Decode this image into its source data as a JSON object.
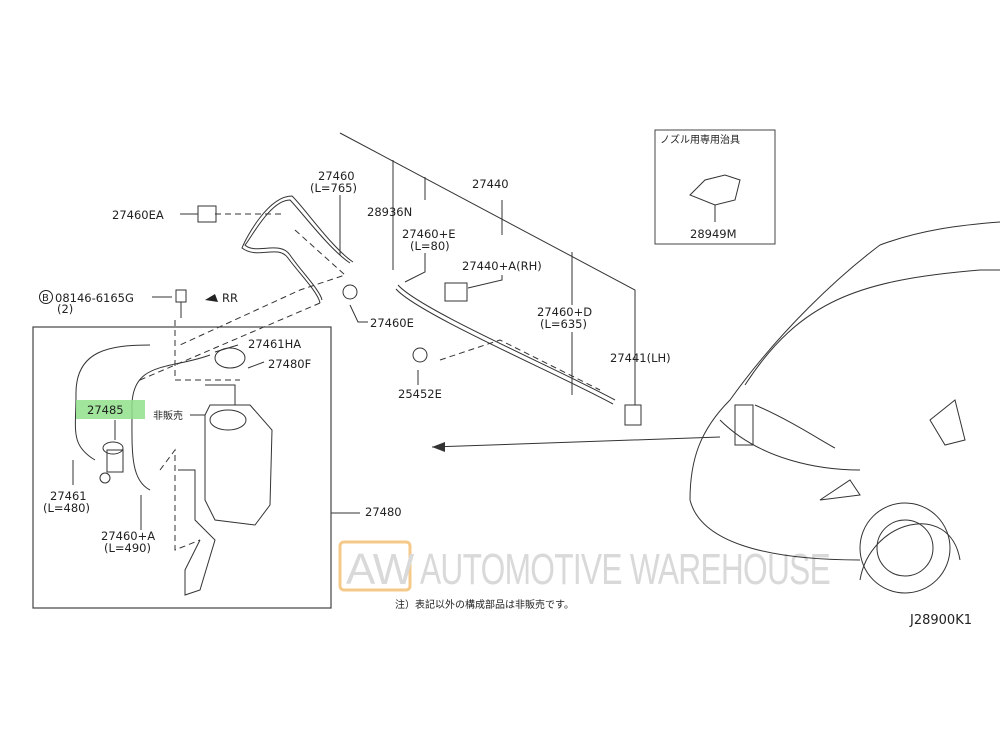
{
  "diagram": {
    "id_code": "J28900K1",
    "note": "注）表記以外の構成部品は非販売です。",
    "watermark": {
      "logo": "AW",
      "text": "AUTOMOTIVE WAREHOUSE",
      "logo_color": "#f5c98a"
    },
    "highlight_color": "#8fe08a",
    "inset": {
      "title": "ノズル用専用治具",
      "part": "28949M"
    },
    "parts": {
      "p27460": "27460",
      "p27460_len": "(L=765)",
      "p27460EA": "27460EA",
      "p28936N": "28936N",
      "p27440": "27440",
      "p27460E_plus": "27460+E",
      "p27460E_plus_len": "(L=80)",
      "p27440A": "27440+A(RH)",
      "p27460E": "27460E",
      "p27460D": "27460+D",
      "p27460D_len": "(L=635)",
      "p27441": "27441(LH)",
      "p25452E": "25452E",
      "bolt_prefix": "B",
      "bolt": "08146-6165G",
      "bolt_qty": "(2)",
      "rr": "RR",
      "p27461HA": "27461HA",
      "p27480F": "27480F",
      "p27485": "27485",
      "not_sold": "非販売",
      "p27461": "27461",
      "p27461_len": "(L=480)",
      "p27460A": "27460+A",
      "p27460A_len": "(L=490)",
      "p27480": "27480"
    }
  }
}
